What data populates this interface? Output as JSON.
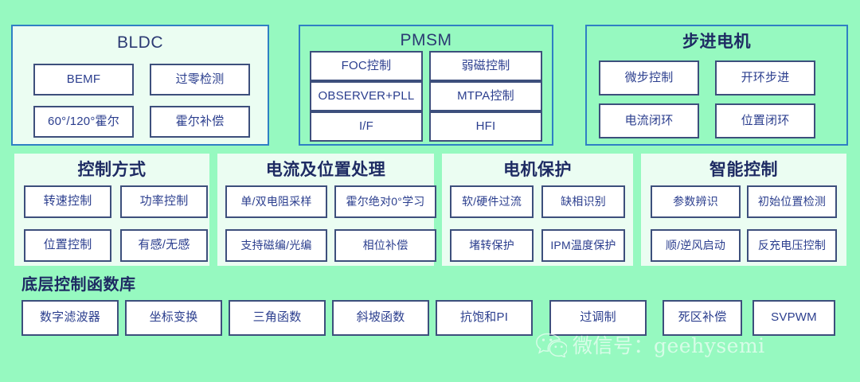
{
  "background_color": "#96F9C0",
  "panel_fill_color": "#EBFDF2",
  "panel_border_color": "#2F80C4",
  "box_border_color": "#3D4F7C",
  "text_color": "#2B3E8E",
  "title_color": "#23306B",
  "row1": [
    {
      "id": "bldc",
      "title": "BLDC",
      "items": [
        "BEMF",
        "过零检测",
        "60°/120°霍尔",
        "霍尔补偿"
      ]
    },
    {
      "id": "pmsm",
      "title": "PMSM",
      "items": [
        "FOC控制",
        "弱磁控制",
        "OBSERVER+PLL",
        "MTPA控制",
        "I/F",
        "HFI"
      ]
    },
    {
      "id": "stepper",
      "title": "步进电机",
      "items": [
        "微步控制",
        "开环步进",
        "电流闭环",
        "位置闭环"
      ]
    }
  ],
  "row2": [
    {
      "id": "control-mode",
      "title": "控制方式",
      "items": [
        "转速控制",
        "功率控制",
        "位置控制",
        "有感/无感"
      ]
    },
    {
      "id": "current-position",
      "title": "电流及位置处理",
      "items": [
        "单/双电阻采样",
        "霍尔绝对0°学习",
        "支持磁编/光编",
        "相位补偿"
      ]
    },
    {
      "id": "motor-protection",
      "title": "电机保护",
      "items": [
        "软/硬件过流",
        "缺相识别",
        "堵转保护",
        "IPM温度保护"
      ]
    },
    {
      "id": "intelligent-control",
      "title": "智能控制",
      "items": [
        "参数辨识",
        "初始位置检测",
        "顺/逆风启动",
        "反充电压控制"
      ]
    }
  ],
  "row3": {
    "id": "function-library",
    "title": "底层控制函数库",
    "items": [
      "数字滤波器",
      "坐标变换",
      "三角函数",
      "斜坡函数",
      "抗饱和PI",
      "过调制",
      "死区补偿",
      "SVPWM"
    ]
  },
  "watermark": {
    "icon": "wechat-icon",
    "text": "微信号：geehysemi"
  }
}
